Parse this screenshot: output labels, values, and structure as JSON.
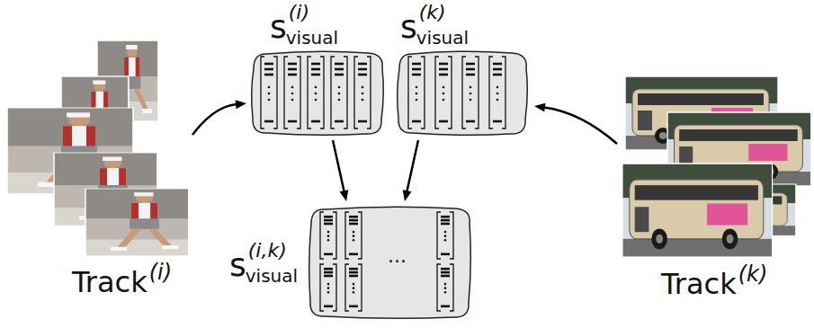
{
  "diagram": {
    "nodes": [
      {
        "text": [
          "Track",
          "(i)"
        ]
      },
      {
        "text": [
          "s",
          "(i)",
          "visual"
        ]
      },
      {
        "text": [
          "s",
          "(k)",
          "visual"
        ]
      },
      {
        "text": [
          "Track",
          "(k)"
        ]
      },
      {
        "text": [
          "s",
          "(i,k)",
          "visual",
          "..."
        ]
      }
    ],
    "edges": [
      {
        "from": 0,
        "to": 1,
        "arrow": "to"
      },
      {
        "from": 3,
        "to": 2,
        "arrow": "to"
      },
      {
        "from": 1,
        "to": 4,
        "arrow": "to"
      },
      {
        "from": 2,
        "to": 4,
        "arrow": "to"
      }
    ]
  }
}
